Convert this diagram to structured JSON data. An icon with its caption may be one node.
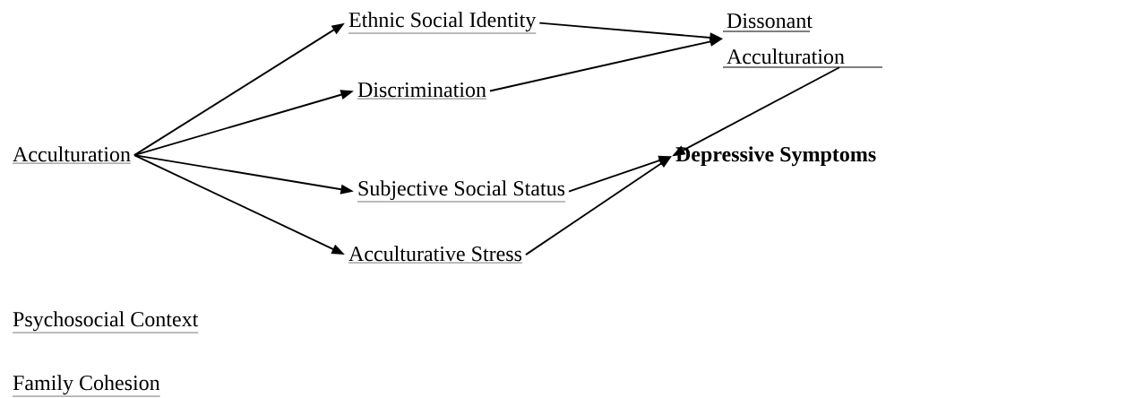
{
  "diagram": {
    "nodes": [
      {
        "text": [
          "Acculturation"
        ]
      },
      {
        "text": [
          "Ethnic Social Identity"
        ]
      },
      {
        "text": [
          "Discrimination"
        ]
      },
      {
        "text": [
          "Subjective Social Status"
        ]
      },
      {
        "text": [
          "Acculturative Stress"
        ]
      },
      {
        "text": [
          "Dissonant Acculturation"
        ]
      },
      {
        "text": [
          "Depressive Symptoms"
        ]
      }
    ],
    "edges": [
      {
        "from": 0,
        "to": 1,
        "arrow": "to"
      },
      {
        "from": 0,
        "to": 2,
        "arrow": "to"
      },
      {
        "from": 0,
        "to": 3,
        "arrow": "to"
      },
      {
        "from": 0,
        "to": 4,
        "arrow": "to"
      },
      {
        "from": 1,
        "to": 5,
        "arrow": "to"
      },
      {
        "from": 2,
        "to": 5,
        "arrow": "to"
      },
      {
        "from": 5,
        "to": 6,
        "arrow": "to"
      },
      {
        "from": 3,
        "to": 6,
        "arrow": "to"
      },
      {
        "from": 4,
        "to": 6,
        "arrow": "to"
      }
    ],
    "labels": [
      "Psychosocial Context",
      "Family Cohesion"
    ]
  }
}
